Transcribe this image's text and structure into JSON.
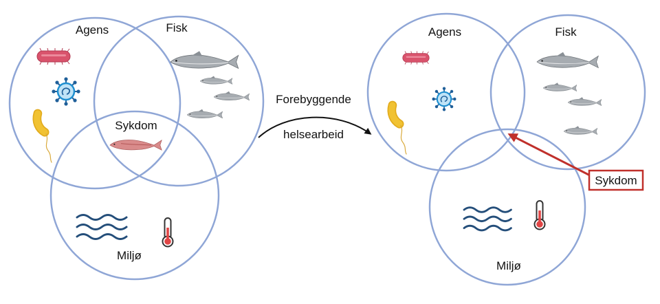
{
  "left_diagram": {
    "agens_label": "Agens",
    "fisk_label": "Fisk",
    "miljo_label": "Miljø",
    "sykdom_label": "Sykdom"
  },
  "arrow": {
    "line1": "Forebyggende",
    "line2": "helsearbeid"
  },
  "right_diagram": {
    "agens_label": "Agens",
    "fisk_label": "Fisk",
    "miljo_label": "Miljø",
    "sykdom_label": "Sykdom"
  },
  "colors": {
    "circle_stroke": "#8fa6d6",
    "sykdom_red": "#c0302b",
    "bacterium_pink": "#d9536c",
    "bacterium_yellow": "#f1c232",
    "virus_blue": "#1f8fd0",
    "water_blue": "#244e7a",
    "healthy_fish": "#a7acb1",
    "sick_fish": "#d98b8b"
  },
  "icons": [
    "rod-bacterium-icon",
    "virus-icon",
    "vibrio-bacterium-icon",
    "salmon-icon",
    "sick-salmon-icon",
    "waves-icon",
    "thermometer-icon"
  ]
}
